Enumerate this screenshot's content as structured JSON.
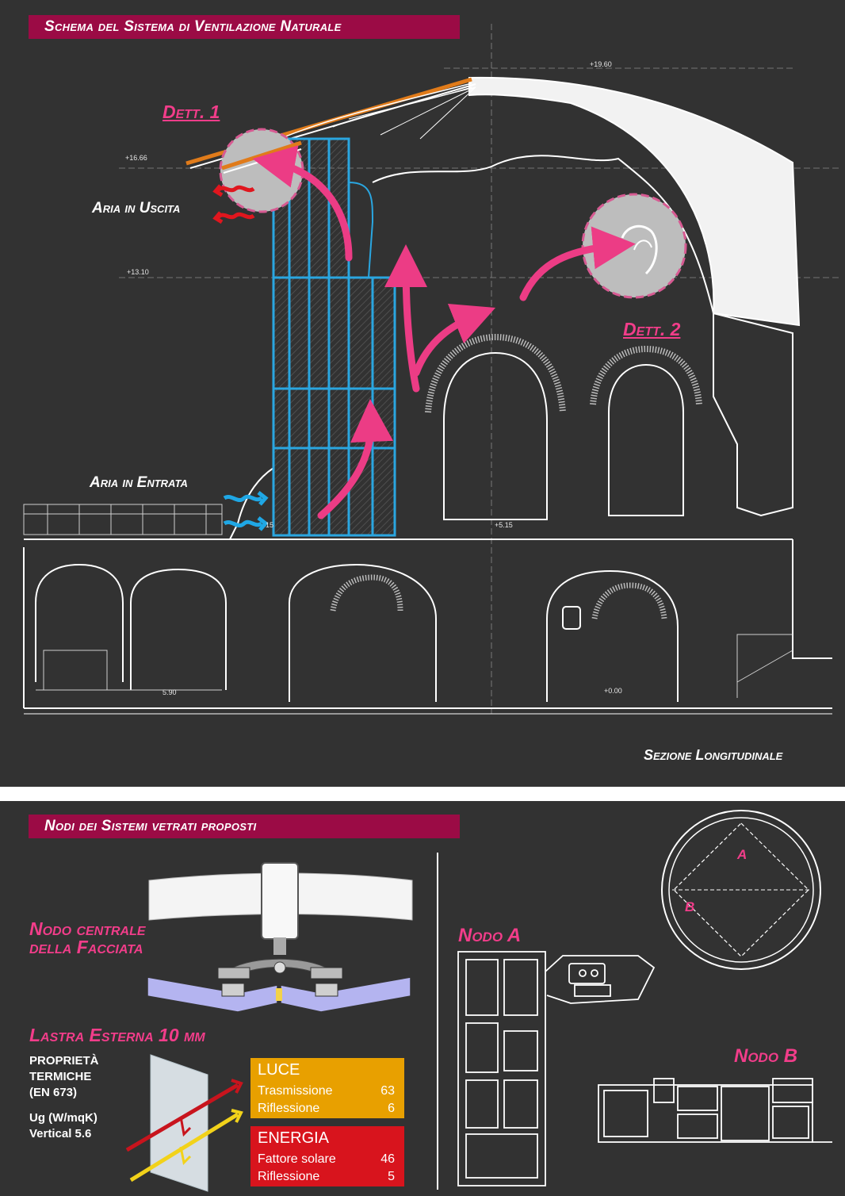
{
  "top": {
    "banner": "Schema del Sistema di Ventilazione Naturale",
    "labels": {
      "det1": "Dett. 1",
      "det2": "Dett. 2",
      "air_out": "Aria in Uscita",
      "air_in": "Aria in Entrata",
      "section": "Sezione Longitudinale"
    },
    "levels": {
      "l1960": "+19.60",
      "l1666": "+16.66",
      "l1310": "+13.10",
      "l515": "+5.15",
      "l15": "15",
      "l000": "+0.00",
      "l90": "5.90"
    }
  },
  "bottom": {
    "banner": "Nodi dei Sistemi vetrati proposti",
    "nodo_centrale": [
      "Nodo centrale",
      "della Facciata"
    ],
    "lastra": "Lastra Esterna 10 mm",
    "proprieta": [
      "PROPRIETÀ",
      "TERMICHE",
      "(EN 673)"
    ],
    "ug": [
      "Ug (W/mqK)",
      "Vertical 5.6"
    ],
    "luce": {
      "title": "LUCE",
      "color": "#e8a000",
      "rows": [
        {
          "label": "Trasmissione",
          "value": "63"
        },
        {
          "label": "Riflessione",
          "value": "6"
        }
      ]
    },
    "energia": {
      "title": "ENERGIA",
      "color": "#d8141d",
      "rows": [
        {
          "label": "Fattore solare",
          "value": "46"
        },
        {
          "label": "Riflessione",
          "value": "5"
        }
      ]
    },
    "nodo_a": "Nodo A",
    "nodo_b": "Nodo B",
    "circle_a": "A",
    "circle_b": "B"
  }
}
